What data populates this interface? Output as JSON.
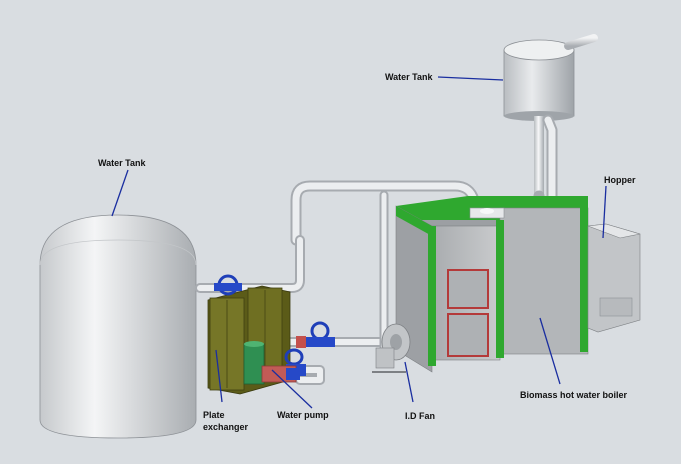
{
  "labels": {
    "water_tank_left": "Water Tank",
    "water_tank_top": "Water Tank",
    "hopper": "Hopper",
    "plate_exchanger_line1": "Plate",
    "plate_exchanger_line2": "exchanger",
    "water_pump": "Water pump",
    "id_fan": "I.D Fan",
    "boiler": "Biomass hot water boiler"
  },
  "colors": {
    "background": "#d9dde1",
    "pipe": "#e4e6e8",
    "panel_green": "#2fa82f",
    "exchanger": "#6a6a1e",
    "valve_blue": "#1f3fb8",
    "pump_green": "#2f8f52",
    "label_line": "#1a2ea0",
    "door_red": "#b43a3a"
  }
}
